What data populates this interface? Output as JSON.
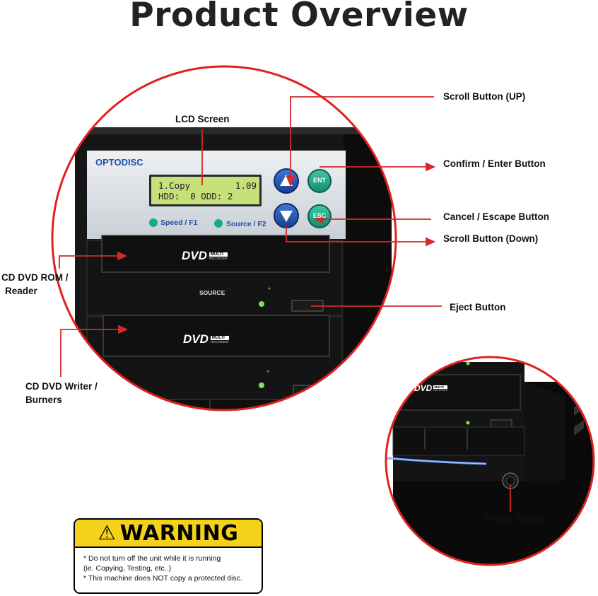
{
  "title": "Product Overview",
  "device": {
    "brand": "OPTODISC",
    "lcd": {
      "line1_left": "1.Copy",
      "line1_right": "1.09",
      "line2": "HDD:  0 ODD: 2"
    },
    "indicators": [
      {
        "label": "Speed / F1"
      },
      {
        "label": "Source / F2"
      }
    ],
    "buttons": {
      "enter": "ENT",
      "escape": "ESC"
    },
    "drive_logo": "DVD",
    "drive_logo_sub": "MULTI",
    "drive_logo_sub2": "RECORDER",
    "source_label": "SOURCE"
  },
  "callouts": {
    "lcd_screen": "LCD Screen",
    "scroll_up": "Scroll Button (UP)",
    "confirm": "Confirm / Enter Button",
    "cancel": "Cancel / Escape Button",
    "scroll_down": "Scroll Button (Down)",
    "eject": "Eject Button",
    "reader_line1": "CD DVD ROM /",
    "reader_line2": "Reader",
    "writer_line1": "CD DVD Writer /",
    "writer_line2": "Burners",
    "power": "Power Button"
  },
  "warning": {
    "heading": "WARNING",
    "line1": "* Do not turn off the unit while it is running",
    "line2": "(ie. Copying, Testing, etc..)",
    "line3": "* This machine does NOT copy a protected disc."
  },
  "colors": {
    "pointer": "#d42a2a",
    "circle_border": "#e02020",
    "button_blue": "#1f4fa8",
    "button_teal": "#1aa88a",
    "lcd": "#c6e07a",
    "warning_yellow": "#f4d219"
  }
}
